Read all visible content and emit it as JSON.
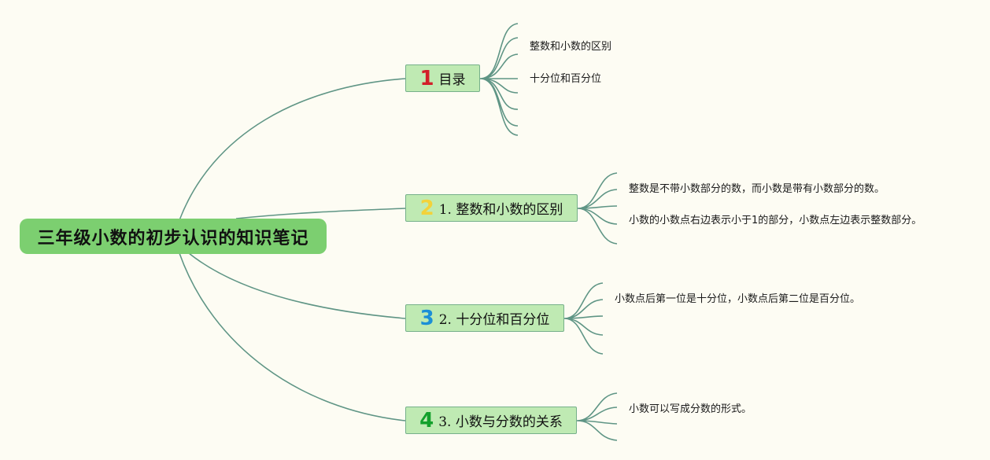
{
  "root": {
    "title": "三年级小数的初步认识的知识笔记"
  },
  "topics": [
    {
      "number": "1",
      "number_color": "#d2202a",
      "label": "目录",
      "leaves": [
        "整数和小数的区别",
        "十分位和百分位"
      ]
    },
    {
      "number": "2",
      "number_color": "#f3d23a",
      "label": "1. 整数和小数的区别",
      "leaves": [
        "整数是不带小数部分的数，而小数是带有小数部分的数。",
        "小数的小数点右边表示小于1的部分，小数点左边表示整数部分。"
      ]
    },
    {
      "number": "3",
      "number_color": "#1c8fd6",
      "label": "2. 十分位和百分位",
      "leaves": [
        "小数点后第一位是十分位，小数点后第二位是百分位。"
      ]
    },
    {
      "number": "4",
      "number_color": "#13a02c",
      "label": "3. 小数与分数的关系",
      "leaves": [
        "小数可以写成分数的形式。"
      ]
    }
  ],
  "colors": {
    "connector": "#5f9585",
    "root_fill": "#7ccf70",
    "topic_fill": "#bfeab3"
  }
}
